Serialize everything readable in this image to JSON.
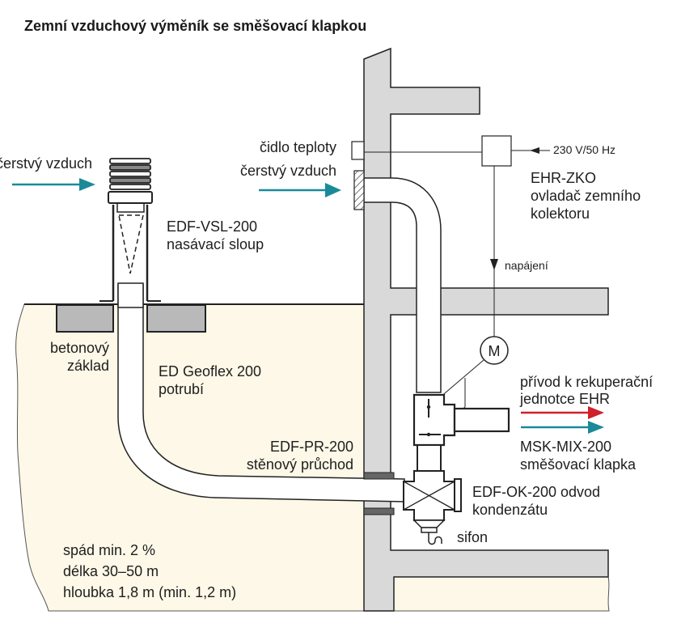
{
  "title": "Zemní vzduchový výměník se směšovací klapkou",
  "colors": {
    "soil": "#fdf8e7",
    "wall": "#d9d9d9",
    "foundation": "#b9b9b9",
    "outline": "#222222",
    "fresh_air_arrow": "#1a8a99",
    "supply_arrow_red": "#d0202a",
    "supply_arrow_teal": "#1a8a99"
  },
  "labels": {
    "fresh_air_left": "čerstvý vzduch",
    "intake_column_name": "EDF-VSL-200",
    "intake_column_desc": "nasávací sloup",
    "foundation_line1": "betonový",
    "foundation_line2": "základ",
    "pipe_name": "ED Geoflex 200",
    "pipe_desc": "potrubí",
    "wall_passage_name": "EDF-PR-200",
    "wall_passage_desc": "stěnový průchod",
    "temp_sensor": "čidlo teploty",
    "fresh_air_right": "čerstvý vzduch",
    "power_input": "230 V/50 Hz",
    "controller_name": "EHR-ZKO",
    "controller_desc1": "ovladač zemního",
    "controller_desc2": "kolektoru",
    "power_supply": "napájení",
    "motor": "M",
    "supply_line1": "přívod k rekuperační",
    "supply_line2": "jednotce EHR",
    "mixing_name": "MSK-MIX-200",
    "mixing_desc": "směšovací klapka",
    "condensate_line1": "EDF-OK-200 odvod",
    "condensate_line2": "kondenzátu",
    "siphon": "sifon",
    "spec_slope": "spád min. 2 %",
    "spec_length": "délka 30–50 m",
    "spec_depth": "hloubka 1,8 m (min. 1,2 m)"
  }
}
